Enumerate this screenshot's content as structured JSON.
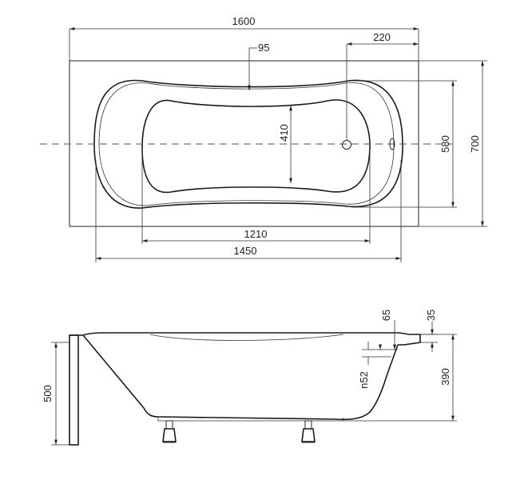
{
  "diagram": {
    "top_view": {
      "overall_length": "1600",
      "overall_width": "700",
      "inner_width": "580",
      "basin_width": "410",
      "basin_length": "1210",
      "inner_length": "1450",
      "offset_95": "95",
      "drain_offset": "220"
    },
    "side_view": {
      "rim_65": "65",
      "rim_35": "35",
      "overflow": "n52",
      "depth": "390",
      "height": "500"
    }
  }
}
